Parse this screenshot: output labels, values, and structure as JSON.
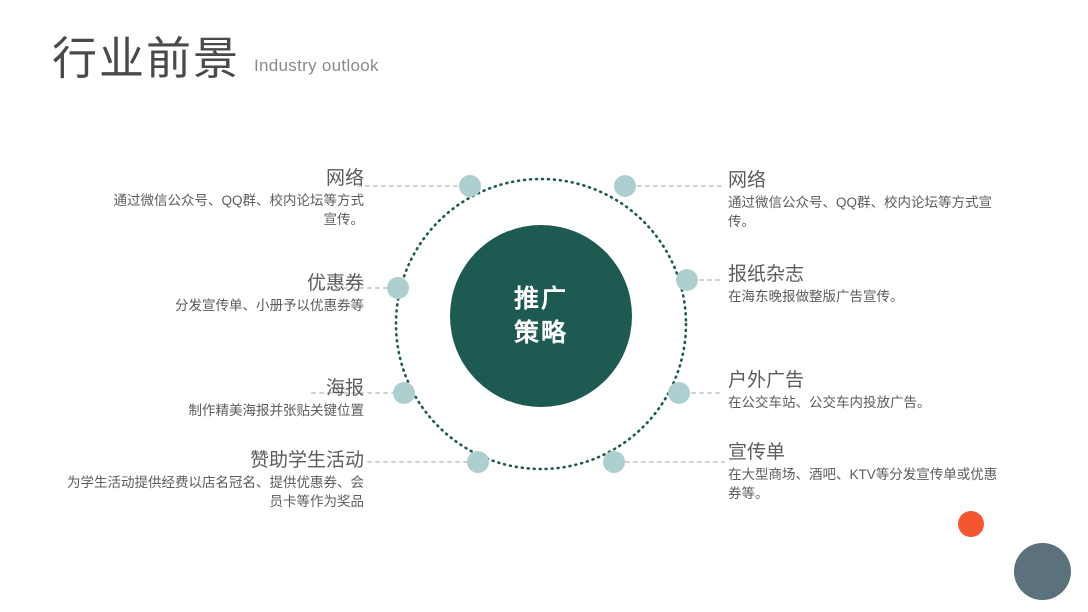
{
  "slide": {
    "title_cn": "行业前景",
    "title_en": "Industry outlook",
    "background_color": "#ffffff"
  },
  "center": {
    "line1": "推广",
    "line2": "策略",
    "fill_color": "#1d5a52",
    "text_color": "#ffffff"
  },
  "ring": {
    "stroke_color": "#1d5a52",
    "style": "dotted",
    "node_color": "#aecfcf",
    "connector_color": "#cfcfcf",
    "node_count": 6
  },
  "left_items": [
    {
      "heading": "网络",
      "body": "通过微信公众号、QQ群、校内论坛等方式宣传。"
    },
    {
      "heading": "优惠券",
      "body": "分发宣传单、小册予以优惠券等"
    },
    {
      "heading": "海报",
      "body": "制作精美海报并张贴关键位置"
    },
    {
      "heading": "赞助学生活动",
      "body": "为学生活动提供经费以店名冠名、提供优惠券、会员卡等作为奖品"
    }
  ],
  "right_items": [
    {
      "heading": "网络",
      "body": "通过微信公众号、QQ群、校内论坛等方式宣传。"
    },
    {
      "heading": "报纸杂志",
      "body": "在海东晚报做整版广告宣传。"
    },
    {
      "heading": "户外广告",
      "body": "在公交车站、公交车内投放广告。"
    },
    {
      "heading": "宣传单",
      "body": "在大型商场、酒吧、KTV等分发宣传单或优惠券等。"
    }
  ],
  "decorations": [
    {
      "name": "orange-dot",
      "color": "#f4562f"
    },
    {
      "name": "slate-dot",
      "color": "#5b717c"
    }
  ]
}
